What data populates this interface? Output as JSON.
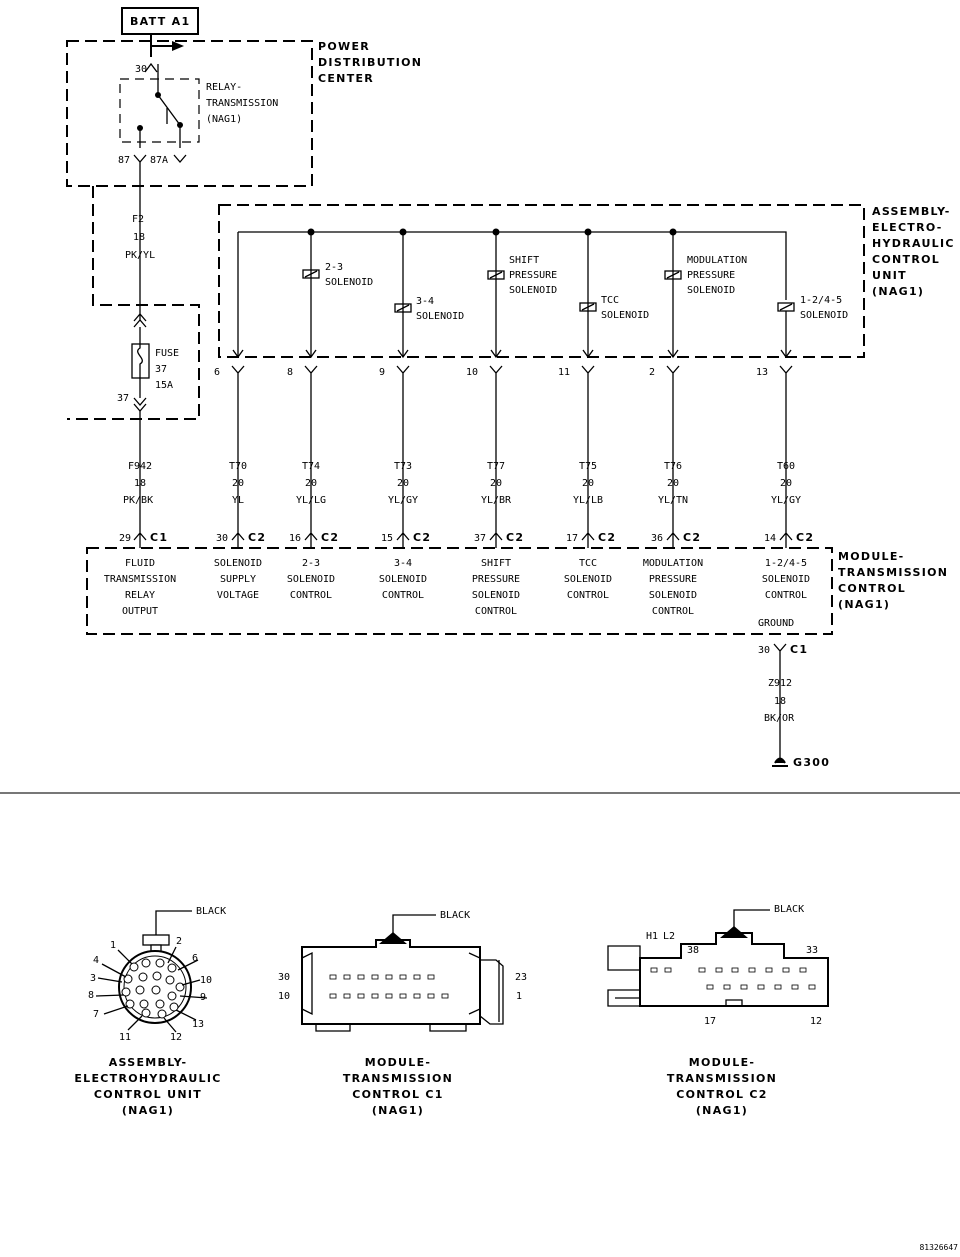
{
  "diagram": {
    "batt": "BATT A1",
    "pdc": {
      "title": [
        "POWER",
        "DISTRIBUTION",
        "CENTER"
      ],
      "pin_top": "30",
      "pin_87": "87",
      "pin_87a": "87A"
    },
    "relay": {
      "label": [
        "RELAY-",
        "TRANSMISSION",
        "(NAG1)"
      ]
    },
    "wire_f2": {
      "circuit": "F2",
      "gauge": "18",
      "color": "PK/YL"
    },
    "fuse": {
      "label": [
        "FUSE",
        "37",
        "15A"
      ],
      "pin": "37"
    },
    "wire_f942": {
      "circuit": "F942",
      "gauge": "18",
      "color": "PK/BK"
    },
    "ehcu": {
      "title": [
        "ASSEMBLY-",
        "ELECTRO-",
        "HYDRAULIC",
        "CONTROL",
        "UNIT",
        "(NAG1)"
      ]
    },
    "solenoids": [
      {
        "name": [
          "2-3",
          "SOLENOID"
        ]
      },
      {
        "name": [
          "3-4",
          "SOLENOID"
        ]
      },
      {
        "name": [
          "SHIFT",
          "PRESSURE",
          "SOLENOID"
        ]
      },
      {
        "name": [
          "TCC",
          "SOLENOID"
        ]
      },
      {
        "name": [
          "MODULATION",
          "PRESSURE",
          "SOLENOID"
        ]
      },
      {
        "name": [
          "1-2/4-5",
          "SOLENOID"
        ]
      }
    ],
    "circuits": [
      {
        "ehcu_pin": "6",
        "circuit": "T70",
        "gauge": "20",
        "color": "YL",
        "tcm_pin": "30",
        "conn": "C2",
        "tcm_label": [
          "SOLENOID",
          "SUPPLY",
          "VOLTAGE"
        ]
      },
      {
        "ehcu_pin": "8",
        "circuit": "T74",
        "gauge": "20",
        "color": "YL/LG",
        "tcm_pin": "16",
        "conn": "C2",
        "tcm_label": [
          "2-3",
          "SOLENOID",
          "CONTROL"
        ]
      },
      {
        "ehcu_pin": "9",
        "circuit": "T73",
        "gauge": "20",
        "color": "YL/GY",
        "tcm_pin": "15",
        "conn": "C2",
        "tcm_label": [
          "3-4",
          "SOLENOID",
          "CONTROL"
        ]
      },
      {
        "ehcu_pin": "10",
        "circuit": "T77",
        "gauge": "20",
        "color": "YL/BR",
        "tcm_pin": "37",
        "conn": "C2",
        "tcm_label": [
          "SHIFT",
          "PRESSURE",
          "SOLENOID",
          "CONTROL"
        ]
      },
      {
        "ehcu_pin": "11",
        "circuit": "T75",
        "gauge": "20",
        "color": "YL/LB",
        "tcm_pin": "17",
        "conn": "C2",
        "tcm_label": [
          "TCC",
          "SOLENOID",
          "CONTROL"
        ]
      },
      {
        "ehcu_pin": "2",
        "circuit": "T76",
        "gauge": "20",
        "color": "YL/TN",
        "tcm_pin": "36",
        "conn": "C2",
        "tcm_label": [
          "MODULATION",
          "PRESSURE",
          "SOLENOID",
          "CONTROL"
        ]
      },
      {
        "ehcu_pin": "13",
        "circuit": "T60",
        "gauge": "20",
        "color": "YL/GY",
        "tcm_pin": "14",
        "conn": "C2",
        "tcm_label": [
          "1-2/4-5",
          "SOLENOID",
          "CONTROL"
        ]
      }
    ],
    "tcm": {
      "title": [
        "MODULE-",
        "TRANSMISSION",
        "CONTROL",
        "(NAG1)"
      ],
      "relay_output": {
        "pin": "29",
        "conn": "C1",
        "label": [
          "FLUID",
          "TRANSMISSION",
          "RELAY",
          "OUTPUT"
        ]
      },
      "ground": {
        "label": "GROUND",
        "pin": "30",
        "conn": "C1"
      }
    },
    "wire_ground": {
      "circuit": "Z912",
      "gauge": "18",
      "color": "BK/OR"
    },
    "ground_point": "G300"
  },
  "connectors": [
    {
      "title": [
        "ASSEMBLY-",
        "ELECTROHYDRAULIC",
        "CONTROL UNIT",
        "(NAG1)"
      ],
      "color": "BLACK",
      "pins": [
        "1",
        "2",
        "4",
        "6",
        "3",
        "10",
        "8",
        "9",
        "7",
        "13",
        "11",
        "12"
      ]
    },
    {
      "title": [
        "MODULE-",
        "TRANSMISSION",
        "CONTROL C1",
        "(NAG1)"
      ],
      "color": "BLACK",
      "pins": [
        "30",
        "10",
        "23",
        "1"
      ]
    },
    {
      "title": [
        "MODULE-",
        "TRANSMISSION",
        "CONTROL C2",
        "(NAG1)"
      ],
      "color": "BLACK",
      "pins": [
        "H1",
        "L2",
        "38",
        "33",
        "17",
        "12"
      ]
    }
  ],
  "figure_id": "81326647"
}
